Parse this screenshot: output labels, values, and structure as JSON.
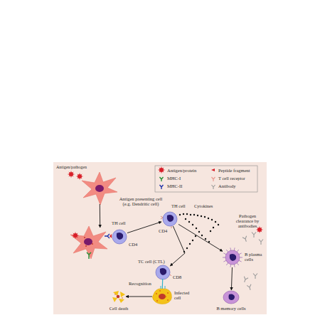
{
  "diagram": {
    "nodes": [
      {
        "text": [
          "Antigen presenting cell (e.g. Dendritic cell)"
        ]
      },
      {
        "text": [
          "TH cell",
          "CD4"
        ]
      },
      {
        "text": [
          "TH cell",
          "CD4"
        ]
      },
      {
        "text": [
          "TC cell (CTL)",
          "CD8"
        ]
      },
      {
        "text": [
          "Infected cell"
        ]
      },
      {
        "text": [
          "Cell death"
        ]
      },
      {
        "text": [
          "B plasma cells"
        ]
      },
      {
        "text": [
          "B memory cells"
        ]
      }
    ],
    "edges": [
      {
        "from": 0,
        "to": 1,
        "arrow": "to"
      },
      {
        "from": 1,
        "to": 2,
        "arrow": "to"
      },
      {
        "from": 2,
        "to": 3,
        "arrow": "to"
      },
      {
        "from": 2,
        "to": 6,
        "arrow": "to"
      },
      {
        "from": 3,
        "to": 4,
        "arrow": "none"
      },
      {
        "from": 4,
        "to": 5,
        "arrow": "to"
      },
      {
        "from": 6,
        "to": 7,
        "arrow": "to"
      }
    ],
    "labels": [
      "Antigen/pathogen",
      "Cytokines",
      "Recognition",
      "Pathogen clearance by antibodies"
    ],
    "legend": [
      {
        "text": "Antigen/protein"
      },
      {
        "text": "MHC-I"
      },
      {
        "text": "MHC-II"
      },
      {
        "text": "Peptide fragment"
      },
      {
        "text": "T cell receptor"
      },
      {
        "text": "Antibody"
      }
    ]
  }
}
